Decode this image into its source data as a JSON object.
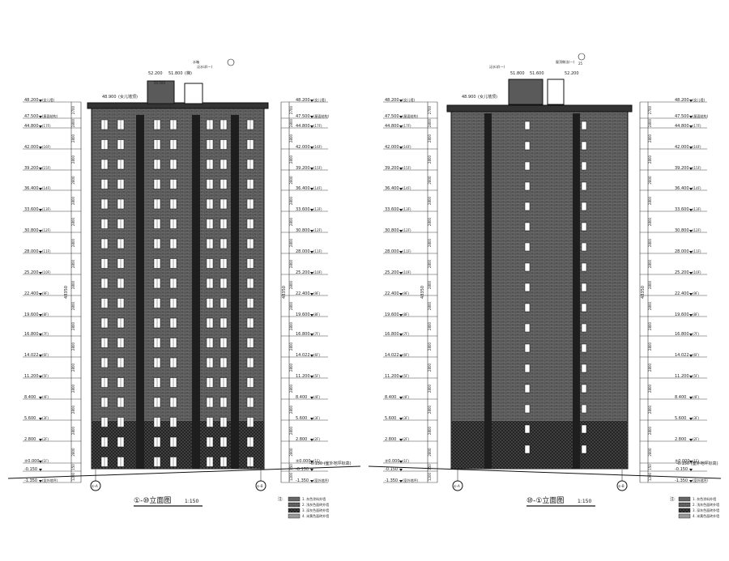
{
  "levels_left": [
    {
      "elev": "48.200",
      "note": "(女儿墙)"
    },
    {
      "elev": "47.500",
      "note": "(屋面结构)"
    },
    {
      "elev": "44.800",
      "note": "(17F)"
    },
    {
      "elev": "42.000",
      "note": "(16F)"
    },
    {
      "elev": "39.200",
      "note": "(15F)"
    },
    {
      "elev": "36.400",
      "note": "(14F)"
    },
    {
      "elev": "33.600",
      "note": "(13F)"
    },
    {
      "elev": "30.800",
      "note": "(12F)"
    },
    {
      "elev": "28.000",
      "note": "(11F)"
    },
    {
      "elev": "25.200",
      "note": "(10F)"
    },
    {
      "elev": "22.400",
      "note": "(9F)"
    },
    {
      "elev": "19.600",
      "note": "(8F)"
    },
    {
      "elev": "16.800",
      "note": "(7F)"
    },
    {
      "elev": "14.022",
      "note": "(6F)"
    },
    {
      "elev": "11.200",
      "note": "(5F)"
    },
    {
      "elev": "8.400",
      "note": "(4F)"
    },
    {
      "elev": "5.600",
      "note": "(3F)"
    },
    {
      "elev": "2.800",
      "note": "(2F)"
    },
    {
      "elev": "±0.000",
      "note": "(1F)"
    },
    {
      "elev": "-0.150",
      "note": ""
    },
    {
      "elev": "-1.350",
      "note": "(室外地坪)"
    }
  ],
  "dims": [
    "2700",
    "2800",
    "2800",
    "2800",
    "2800",
    "2800",
    "2800",
    "2800",
    "2800",
    "2800",
    "2800",
    "2800",
    "2800",
    "2800",
    "2800",
    "2800",
    "2800",
    "2800",
    "150",
    "1200"
  ],
  "total_dim": "48350",
  "roof": {
    "left_elev_a": "52.200",
    "left_elev_b": "51.800",
    "left_elev_c": "50.500",
    "left_note": "(梯)",
    "left_tag": "水箱",
    "right_elev_a": "52.200",
    "right_elev_b": "51.800",
    "right_elev_c": "51.600",
    "roof_elev": "48.900",
    "roof_note": "(女儿墙顶)",
    "callout_left": "泛水详(一)",
    "callout_right": "屋顶做法(一)",
    "callout_num": "25"
  },
  "ground_note": "-0.150 (室外地坪标高)",
  "views": [
    {
      "title": "①-⑩立面图",
      "scale": "1:150",
      "axis_left": "①-A",
      "axis_right": "①-B"
    },
    {
      "title": "⑩-①立面图",
      "scale": "1:150",
      "axis_left": "①-A",
      "axis_right": "①-B"
    }
  ],
  "legend": {
    "title": "注:",
    "items": [
      "1. 灰色涂料外墙",
      "2. 浅灰色面砖外墙",
      "3. 深灰色面砖外墙",
      "4. 米黄色面砖外墙"
    ]
  },
  "colors": {
    "line": "#111111",
    "wall": "#5a5a5a",
    "base": "#2a2a2a"
  }
}
